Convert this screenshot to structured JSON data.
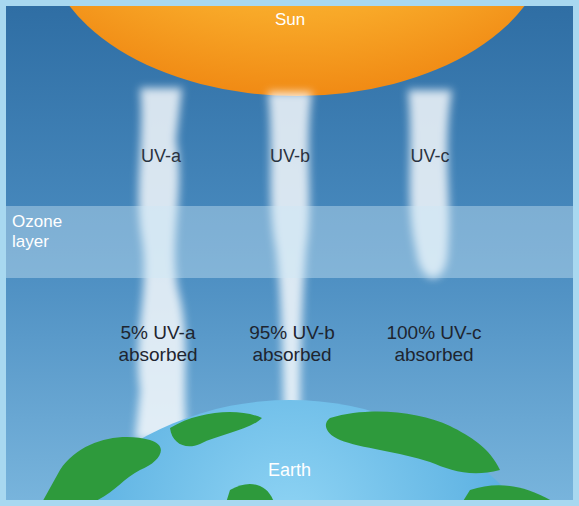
{
  "diagram": {
    "nodes": [
      {
        "text": [
          "Sun"
        ]
      },
      {
        "text": [
          "Ozone layer"
        ]
      },
      {
        "text": [
          "Earth"
        ]
      }
    ],
    "labels": [
      "UV-a",
      "UV-b",
      "UV-c",
      "5% UV-a absorbed",
      "95% UV-b absorbed",
      "100% UV-c absorbed"
    ]
  }
}
